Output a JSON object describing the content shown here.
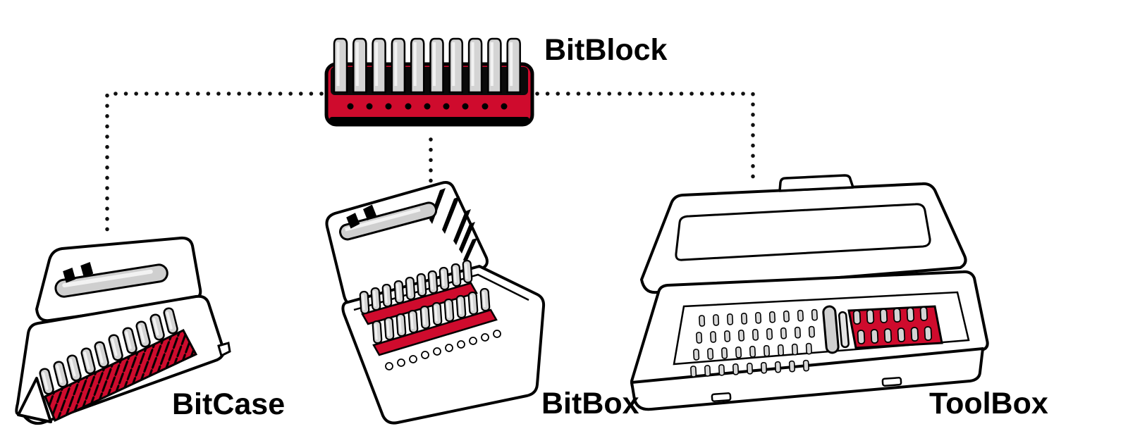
{
  "diagram": {
    "type": "product-family-diagram",
    "root": {
      "id": "bitblock",
      "label": "BitBlock"
    },
    "children": [
      {
        "id": "bitcase",
        "label": "BitCase"
      },
      {
        "id": "bitbox",
        "label": "BitBox"
      },
      {
        "id": "toolbox",
        "label": "ToolBox"
      }
    ],
    "connectors": [
      {
        "from": "bitblock",
        "to": "bitcase",
        "style": "dotted"
      },
      {
        "from": "bitblock",
        "to": "bitbox",
        "style": "dotted"
      },
      {
        "from": "bitblock",
        "to": "toolbox",
        "style": "dotted"
      }
    ],
    "colors": {
      "accent_red": "#cf0b2d",
      "bit_gray": "#d4d4d4",
      "bit_gray_light": "#f2f2f2",
      "outline_black": "#000000",
      "background": "#ffffff"
    }
  }
}
